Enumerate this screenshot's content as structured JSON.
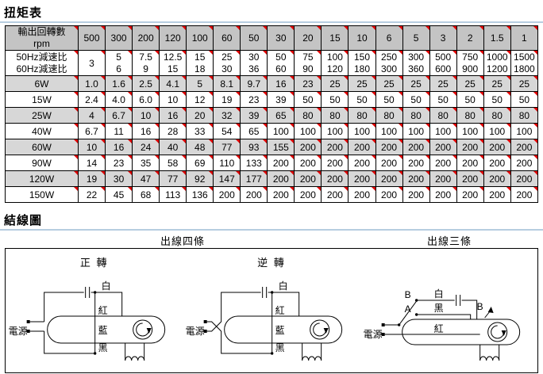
{
  "sections": {
    "torque_title": "扭矩表",
    "wiring_title": "結線圖"
  },
  "torque_table": {
    "corner_line1": "輸出回轉數",
    "corner_line2": "rpm",
    "rpm_headers": [
      "500",
      "300",
      "200",
      "120",
      "100",
      "60",
      "50",
      "30",
      "20",
      "15",
      "10",
      "6",
      "5",
      "3",
      "2",
      "1.5",
      "1"
    ],
    "ratio_row": {
      "label_line1": "50Hz減速比",
      "label_line2": "60Hz減速比",
      "first_value": "3",
      "pairs": [
        {
          "hz50": "5",
          "hz60": "6"
        },
        {
          "hz50": "7.5",
          "hz60": "9"
        },
        {
          "hz50": "12.5",
          "hz60": "15"
        },
        {
          "hz50": "15",
          "hz60": "18"
        },
        {
          "hz50": "25",
          "hz60": "30"
        },
        {
          "hz50": "30",
          "hz60": "36"
        },
        {
          "hz50": "50",
          "hz60": "60"
        },
        {
          "hz50": "75",
          "hz60": "90"
        },
        {
          "hz50": "100",
          "hz60": "120"
        },
        {
          "hz50": "150",
          "hz60": "180"
        },
        {
          "hz50": "250",
          "hz60": "300"
        },
        {
          "hz50": "300",
          "hz60": "360"
        },
        {
          "hz50": "500",
          "hz60": "600"
        },
        {
          "hz50": "750",
          "hz60": "900"
        },
        {
          "hz50": "1000",
          "hz60": "1200"
        },
        {
          "hz50": "1500",
          "hz60": "1800"
        }
      ]
    },
    "power_rows": [
      {
        "label": "6W",
        "values": [
          "1.0",
          "1.6",
          "2.5",
          "4.1",
          "5",
          "8.1",
          "9.7",
          "16",
          "23",
          "25",
          "25",
          "25",
          "25",
          "25",
          "25",
          "25",
          "25"
        ]
      },
      {
        "label": "15W",
        "values": [
          "2.4",
          "4.0",
          "6.0",
          "10",
          "12",
          "19",
          "23",
          "39",
          "50",
          "50",
          "50",
          "50",
          "50",
          "50",
          "50",
          "50",
          "50"
        ]
      },
      {
        "label": "25W",
        "values": [
          "4",
          "6.7",
          "10",
          "16",
          "20",
          "32",
          "39",
          "65",
          "80",
          "80",
          "80",
          "80",
          "80",
          "80",
          "80",
          "80",
          "80"
        ]
      },
      {
        "label": "40W",
        "values": [
          "6.7",
          "11",
          "16",
          "28",
          "33",
          "54",
          "65",
          "100",
          "100",
          "100",
          "100",
          "100",
          "100",
          "100",
          "100",
          "100",
          "100"
        ]
      },
      {
        "label": "60W",
        "values": [
          "10",
          "16",
          "24",
          "40",
          "48",
          "77",
          "93",
          "155",
          "200",
          "200",
          "200",
          "200",
          "200",
          "200",
          "200",
          "200",
          "200"
        ]
      },
      {
        "label": "90W",
        "values": [
          "14",
          "23",
          "35",
          "58",
          "69",
          "110",
          "133",
          "200",
          "200",
          "200",
          "200",
          "200",
          "200",
          "200",
          "200",
          "200",
          "200"
        ]
      },
      {
        "label": "120W",
        "values": [
          "19",
          "30",
          "47",
          "77",
          "92",
          "147",
          "177",
          "200",
          "200",
          "200",
          "200",
          "200",
          "200",
          "200",
          "200",
          "200",
          "200"
        ]
      },
      {
        "label": "150W",
        "values": [
          "22",
          "45",
          "68",
          "113",
          "136",
          "200",
          "200",
          "200",
          "200",
          "200",
          "200",
          "200",
          "200",
          "200",
          "200",
          "200",
          "200"
        ]
      }
    ]
  },
  "wiring": {
    "four_wire_heading": "出線四條",
    "three_wire_heading": "出線三條",
    "forward_title": "正 轉",
    "reverse_title": "逆 轉",
    "labels": {
      "power": "電源",
      "white": "白",
      "red": "紅",
      "blue": "藍",
      "black": "黑",
      "pos_a": "A",
      "pos_b": "B"
    }
  }
}
